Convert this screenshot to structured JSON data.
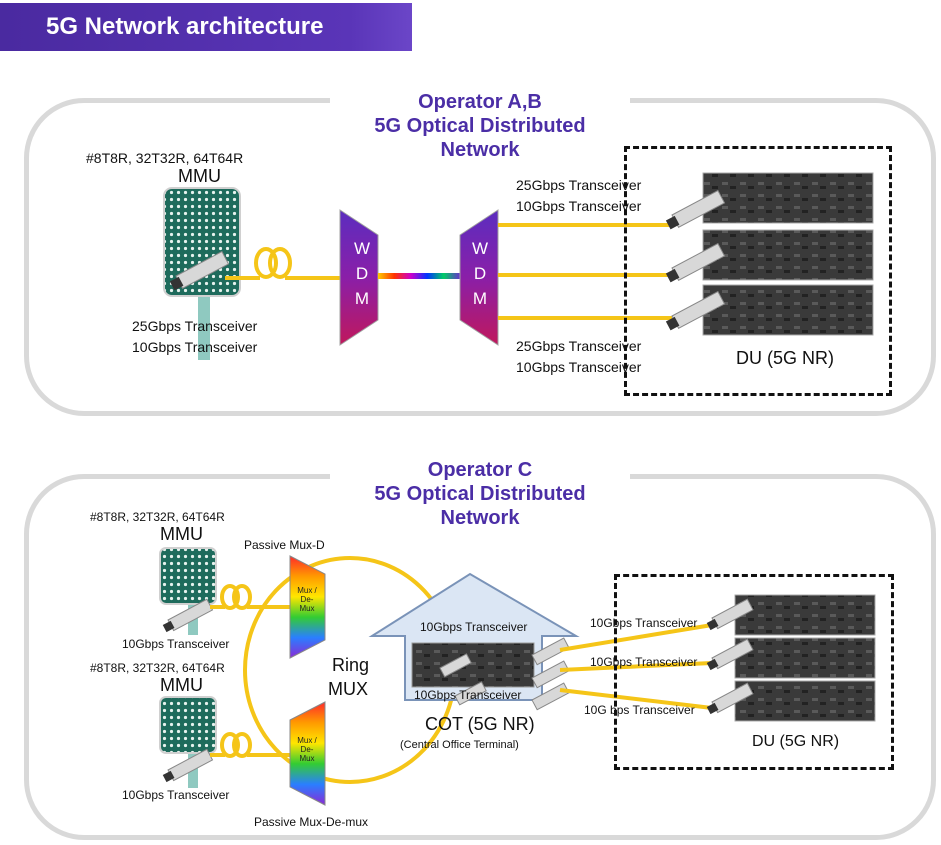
{
  "title": "5G Network architecture",
  "panel_a": {
    "title_line1": "Operator A,B",
    "title_line2": "5G Optical Distributed",
    "title_line3": "Network",
    "mmu_config": "#8T8R, 32T32R, 64T64R",
    "mmu_label": "MMU",
    "mmu_transceiver_1": "25Gbps Transceiver",
    "mmu_transceiver_2": "10Gbps Transceiver",
    "wdm_letters": [
      "W",
      "D",
      "M"
    ],
    "du_top_transceiver_1": "25Gbps Transceiver",
    "du_top_transceiver_2": "10Gbps Transceiver",
    "du_bottom_transceiver_1": "25Gbps Transceiver",
    "du_bottom_transceiver_2": "10Gbps Transceiver",
    "du_label": "DU (5G NR)"
  },
  "panel_c": {
    "title_line1": "Operator C",
    "title_line2": "5G Optical Distributed",
    "title_line3": "Network",
    "mmu1_config": "#8T8R, 32T32R, 64T64R",
    "mmu1_label": "MMU",
    "mmu1_transceiver": "10Gbps Transceiver",
    "mmu2_config": "#8T8R, 32T32R, 64T64R",
    "mmu2_label": "MMU",
    "mmu2_transceiver": "10Gbps Transceiver",
    "passive_mux_top": "Passive Mux-D",
    "passive_mux_bottom": "Passive Mux-De-mux",
    "mux_text": "Mux / De- Mux",
    "ring_label_1": "Ring",
    "ring_label_2": "MUX",
    "cot_top_transceiver": "10Gbps Transceiver",
    "cot_bottom_transceiver": "10Gbps Transceiver",
    "cot_label": "COT (5G NR)",
    "cot_sublabel": "(Central Office Terminal)",
    "du_transceiver_1": "10Gbps Transceiver",
    "du_transceiver_2": "10Gbps Transceiver",
    "du_transceiver_3": "10G bps Transceiver",
    "du_label": "DU (5G NR)"
  },
  "colors": {
    "banner": "#4a2aa0",
    "operator_title": "#4b2ea6",
    "fiber": "#f5c518",
    "mmu_green": "#1e6b5c",
    "panel_border": "#d9d9d9"
  }
}
